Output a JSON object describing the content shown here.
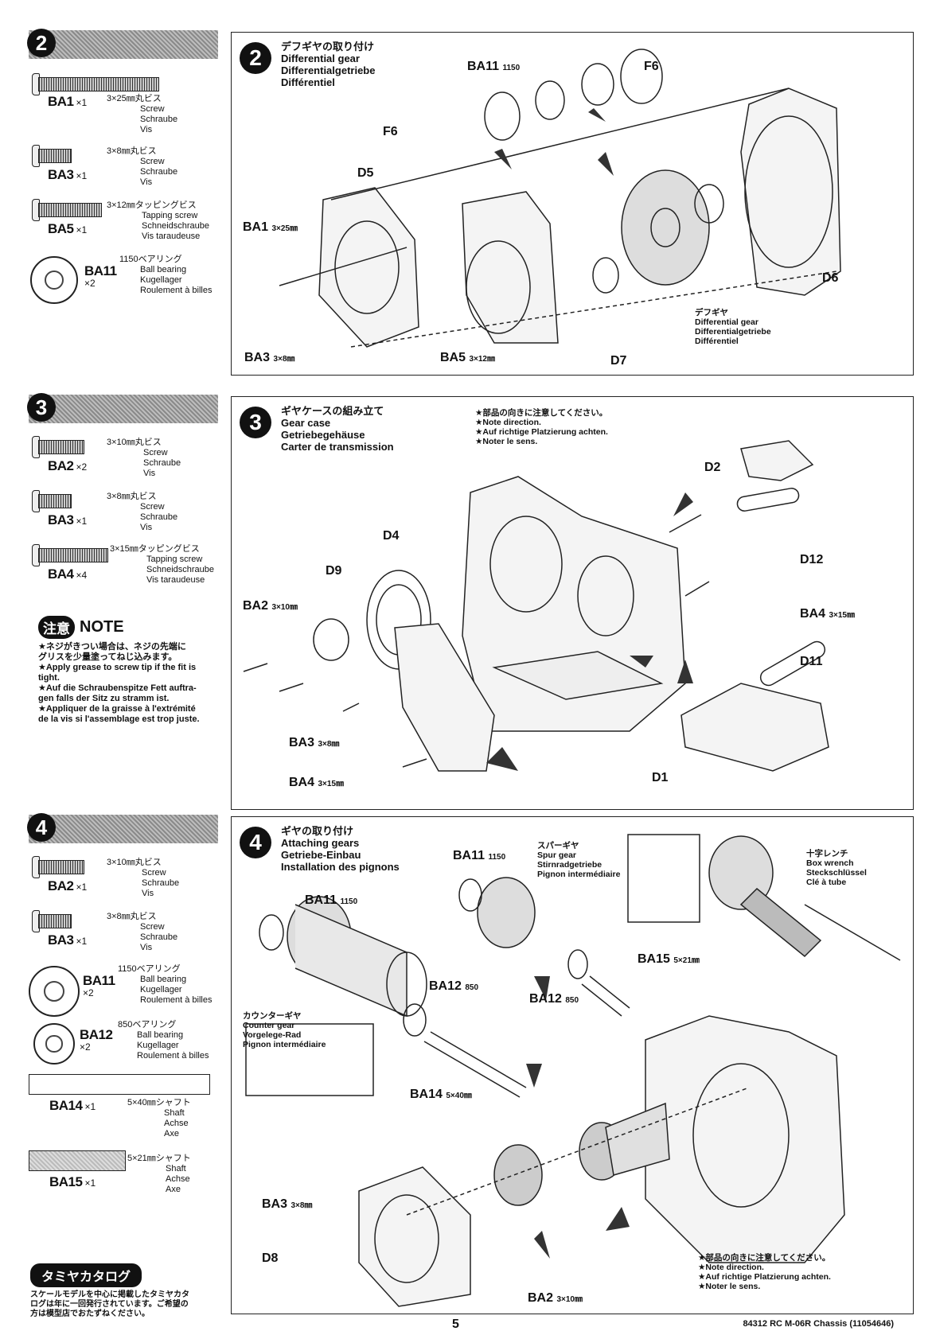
{
  "step2": {
    "number": "2",
    "parts": [
      {
        "code": "BA1",
        "qty": "×1",
        "spec": "3×25㎜丸ビス",
        "desc": [
          "Screw",
          "Schraube",
          "Vis"
        ]
      },
      {
        "code": "BA3",
        "qty": "×1",
        "spec": "3×8㎜丸ビス",
        "desc": [
          "Screw",
          "Schraube",
          "Vis"
        ]
      },
      {
        "code": "BA5",
        "qty": "×1",
        "spec": "3×12㎜タッピングビス",
        "desc": [
          "Tapping screw",
          "Schneidschraube",
          "Vis taraudeuse"
        ]
      },
      {
        "code": "BA11",
        "qty": "×2",
        "spec": "1150ベアリング",
        "desc": [
          "Ball bearing",
          "Kugellager",
          "Roulement à billes"
        ]
      }
    ],
    "title": [
      "デフギヤの取り付け",
      "Differential gear",
      "Differentialgetriebe",
      "Différentiel"
    ],
    "labels": {
      "ba11": "BA11",
      "ba11_size": "1150",
      "f6a": "F6",
      "f6b": "F6",
      "d5": "D5",
      "ba1": "BA1",
      "ba1_size": "3×25㎜",
      "d6": "D6",
      "d7": "D7",
      "ba3": "BA3",
      "ba3_size": "3×8㎜",
      "ba5": "BA5",
      "ba5_size": "3×12㎜"
    },
    "gear_label": [
      "デフギヤ",
      "Differential gear",
      "Differentialgetriebe",
      "Différentiel"
    ]
  },
  "step3": {
    "number": "3",
    "parts": [
      {
        "code": "BA2",
        "qty": "×2",
        "spec": "3×10㎜丸ビス",
        "desc": [
          "Screw",
          "Schraube",
          "Vis"
        ]
      },
      {
        "code": "BA3",
        "qty": "×1",
        "spec": "3×8㎜丸ビス",
        "desc": [
          "Screw",
          "Schraube",
          "Vis"
        ]
      },
      {
        "code": "BA4",
        "qty": "×4",
        "spec": "3×15㎜タッピングビス",
        "desc": [
          "Tapping screw",
          "Schneidschraube",
          "Vis taraudeuse"
        ]
      }
    ],
    "note_badge": "注意",
    "note_title": "NOTE",
    "note_lines": [
      "★ネジがきつい場合は、ネジの先端に",
      "グリスを少量塗ってねじ込みます。",
      "★Apply grease to screw tip if the fit is",
      "tight.",
      "★Auf die Schraubenspitze Fett auftra-",
      "gen falls der Sitz zu stramm ist.",
      "★Appliquer de la graisse à l'extrémité",
      "de la vis si l'assemblage est trop juste."
    ],
    "title": [
      "ギヤケースの組み立て",
      "Gear case",
      "Getriebegehäuse",
      "Carter de transmission"
    ],
    "direction_note": [
      "★部品の向きに注意してください。",
      "★Note direction.",
      "★Auf richtige Platzierung achten.",
      "★Noter le sens."
    ],
    "labels": {
      "d2": "D2",
      "d12": "D12",
      "d4": "D4",
      "d9": "D9",
      "ba2": "BA2",
      "ba2_size": "3×10㎜",
      "ba4a": "BA4",
      "ba4a_size": "3×15㎜",
      "d11": "D11",
      "ba3": "BA3",
      "ba3_size": "3×8㎜",
      "ba4b": "BA4",
      "ba4b_size": "3×15㎜",
      "d1": "D1"
    }
  },
  "step4": {
    "number": "4",
    "parts": [
      {
        "code": "BA2",
        "qty": "×1",
        "spec": "3×10㎜丸ビス",
        "desc": [
          "Screw",
          "Schraube",
          "Vis"
        ]
      },
      {
        "code": "BA3",
        "qty": "×1",
        "spec": "3×8㎜丸ビス",
        "desc": [
          "Screw",
          "Schraube",
          "Vis"
        ]
      },
      {
        "code": "BA11",
        "qty": "×2",
        "spec": "1150ベアリング",
        "desc": [
          "Ball bearing",
          "Kugellager",
          "Roulement à billes"
        ]
      },
      {
        "code": "BA12",
        "qty": "×2",
        "spec": "850ベアリング",
        "desc": [
          "Ball bearing",
          "Kugellager",
          "Roulement à billes"
        ]
      },
      {
        "code": "BA14",
        "qty": "×1",
        "spec": "5×40㎜シャフト",
        "desc": [
          "Shaft",
          "Achse",
          "Axe"
        ]
      },
      {
        "code": "BA15",
        "qty": "×1",
        "spec": "5×21㎜シャフト",
        "desc": [
          "Shaft",
          "Achse",
          "Axe"
        ]
      }
    ],
    "title": [
      "ギヤの取り付け",
      "Attaching gears",
      "Getriebe-Einbau",
      "Installation des pignons"
    ],
    "spur_label": [
      "スパーギヤ",
      "Spur gear",
      "Stirnradgetriebe",
      "Pignon intermédiaire"
    ],
    "wrench_label": [
      "十字レンチ",
      "Box wrench",
      "Steckschlüssel",
      "Clé à tube"
    ],
    "counter_label": [
      "カウンターギヤ",
      "Counter gear",
      "Vorgelege-Rad",
      "Pignon intermédiaire"
    ],
    "direction_note": [
      "★部品の向きに注意してください。",
      "★Note direction.",
      "★Auf richtige Platzierung achten.",
      "★Noter le sens."
    ],
    "labels": {
      "ba11a": "BA11",
      "ba11a_size": "1150",
      "ba11b": "BA11",
      "ba11b_size": "1150",
      "ba15": "BA15",
      "ba15_size": "5×21㎜",
      "ba12a": "BA12",
      "ba12a_size": "850",
      "ba12b": "BA12",
      "ba12b_size": "850",
      "ba14": "BA14",
      "ba14_size": "5×40㎜",
      "ba3": "BA3",
      "ba3_size": "3×8㎜",
      "d8": "D8",
      "ba2": "BA2",
      "ba2_size": "3×10㎜"
    }
  },
  "catalog": {
    "title": "タミヤカタログ",
    "text": [
      "スケールモデルを中心に掲載したタミヤカタ",
      "ログは年に一回発行されています。ご希望の",
      "方は模型店でおたずねください。"
    ]
  },
  "footer": {
    "page_number": "5",
    "model": "84312 RC M-06R Chassis (11054646)"
  }
}
